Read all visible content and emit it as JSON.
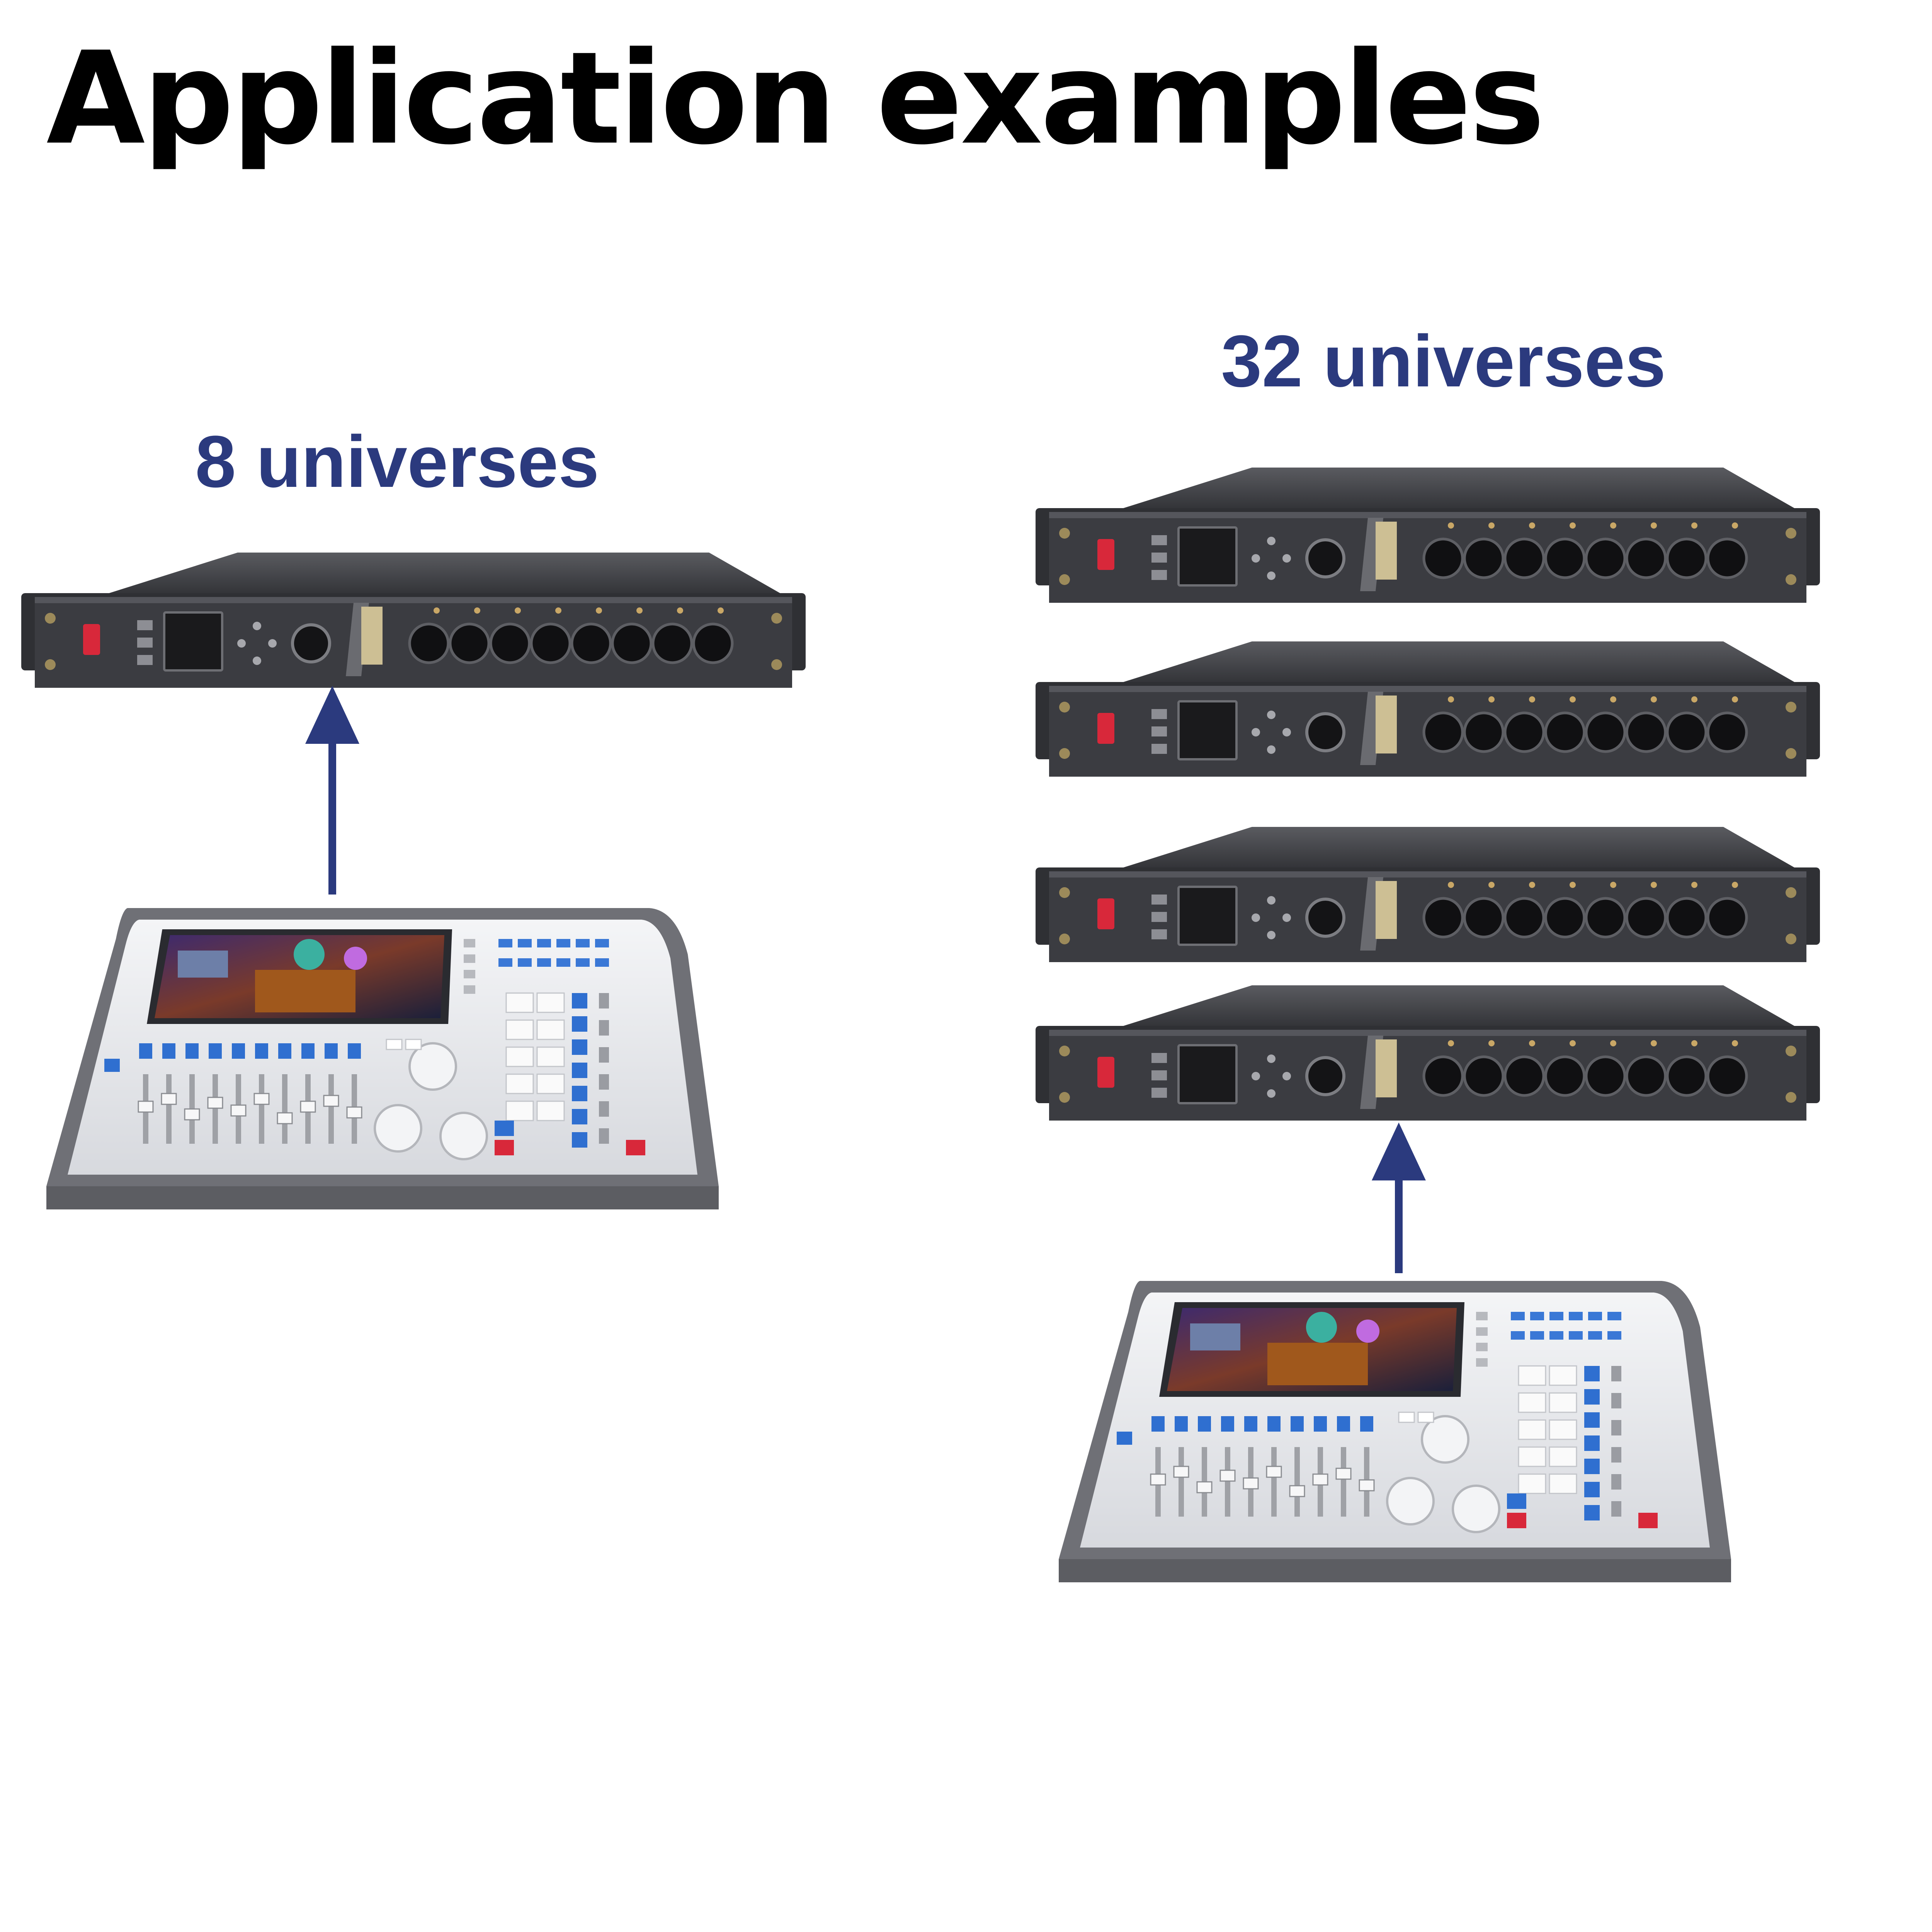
{
  "title": "Application examples",
  "colors": {
    "label": "#2b3a7e",
    "arrow": "#2b3a7e",
    "rack_body": "#3a3b3f",
    "rack_top": "#4a4b50",
    "console_body": "#e8e9ec",
    "accent_red": "#d8283a",
    "accent_blue": "#2f6fd0"
  },
  "left_example": {
    "label": "8 universes",
    "icons": {
      "node": "dmx-node-rack-icon",
      "console": "lighting-console-icon",
      "arrow": "arrow-up-icon"
    }
  },
  "right_example": {
    "label": "32 universes",
    "icons": {
      "node": "dmx-node-rack-icon",
      "console": "lighting-console-icon",
      "arrow": "arrow-up-icon"
    }
  }
}
